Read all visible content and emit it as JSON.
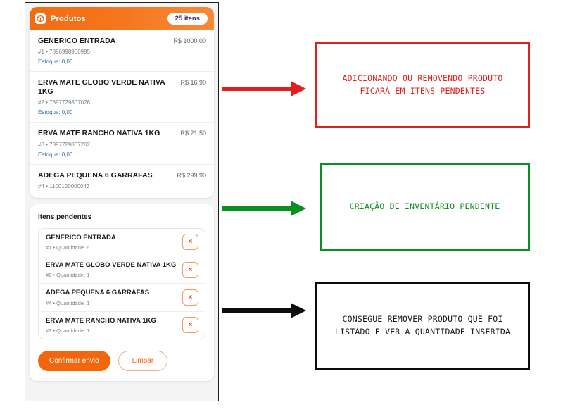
{
  "app": {
    "panel_title": "Produtos",
    "panel_icon": "box-icon",
    "items_badge": "25 itens"
  },
  "products": [
    {
      "name": "GENERICO ENTRADA",
      "price": "R$ 1000,00",
      "meta": "#1 • 7896998900995",
      "stock": "Estoque: 0,00"
    },
    {
      "name": "ERVA MATE GLOBO VERDE NATIVA 1KG",
      "price": "R$ 16,90",
      "meta": "#2 • 7897729807026",
      "stock": "Estoque: 0,00"
    },
    {
      "name": "ERVA MATE RANCHO NATIVA 1KG",
      "price": "R$ 21,50",
      "meta": "#3 • 7897729807262",
      "stock": "Estoque: 0,00"
    },
    {
      "name": "ADEGA PEQUENA 6 GARRAFAS",
      "price": "R$ 299,90",
      "meta": "#4 • 1100100000043",
      "stock": ""
    }
  ],
  "pending": {
    "title": "Itens pendentes",
    "remove_label": "×",
    "items": [
      {
        "name": "GENERICO ENTRADA",
        "meta": "#1 • Quantidade: 6"
      },
      {
        "name": "ERVA MATE GLOBO VERDE NATIVA 1KG",
        "meta": "#2 • Quantidade: 1"
      },
      {
        "name": "ADEGA PEQUENA 6 GARRAFAS",
        "meta": "#4 • Quantidade: 1"
      },
      {
        "name": "ERVA MATE RANCHO NATIVA 1KG",
        "meta": "#3 • Quantidade: 1"
      }
    ],
    "confirm_label": "Confirmar envio",
    "clear_label": "Limpar"
  },
  "annotations": [
    {
      "id": "annotation-add-remove",
      "text": "ADICIONANDO OU REMOVENDO PRODUTO FICARÁ EM ITENS PENDENTES",
      "color": "#e2201b",
      "arrow": "arrow-red"
    },
    {
      "id": "annotation-pending-inventory",
      "text": "CRIAÇÃO DE INVENTÁRIO PENDENTE",
      "color": "#0a9020",
      "arrow": "arrow-green"
    },
    {
      "id": "annotation-remove-quantity",
      "text": "CONSEGUE REMOVER PRODUTO QUE FOI LISTADO E VER A QUANTIDADE INSERIDA",
      "color": "#0c0c0c",
      "arrow": "arrow-black"
    }
  ]
}
